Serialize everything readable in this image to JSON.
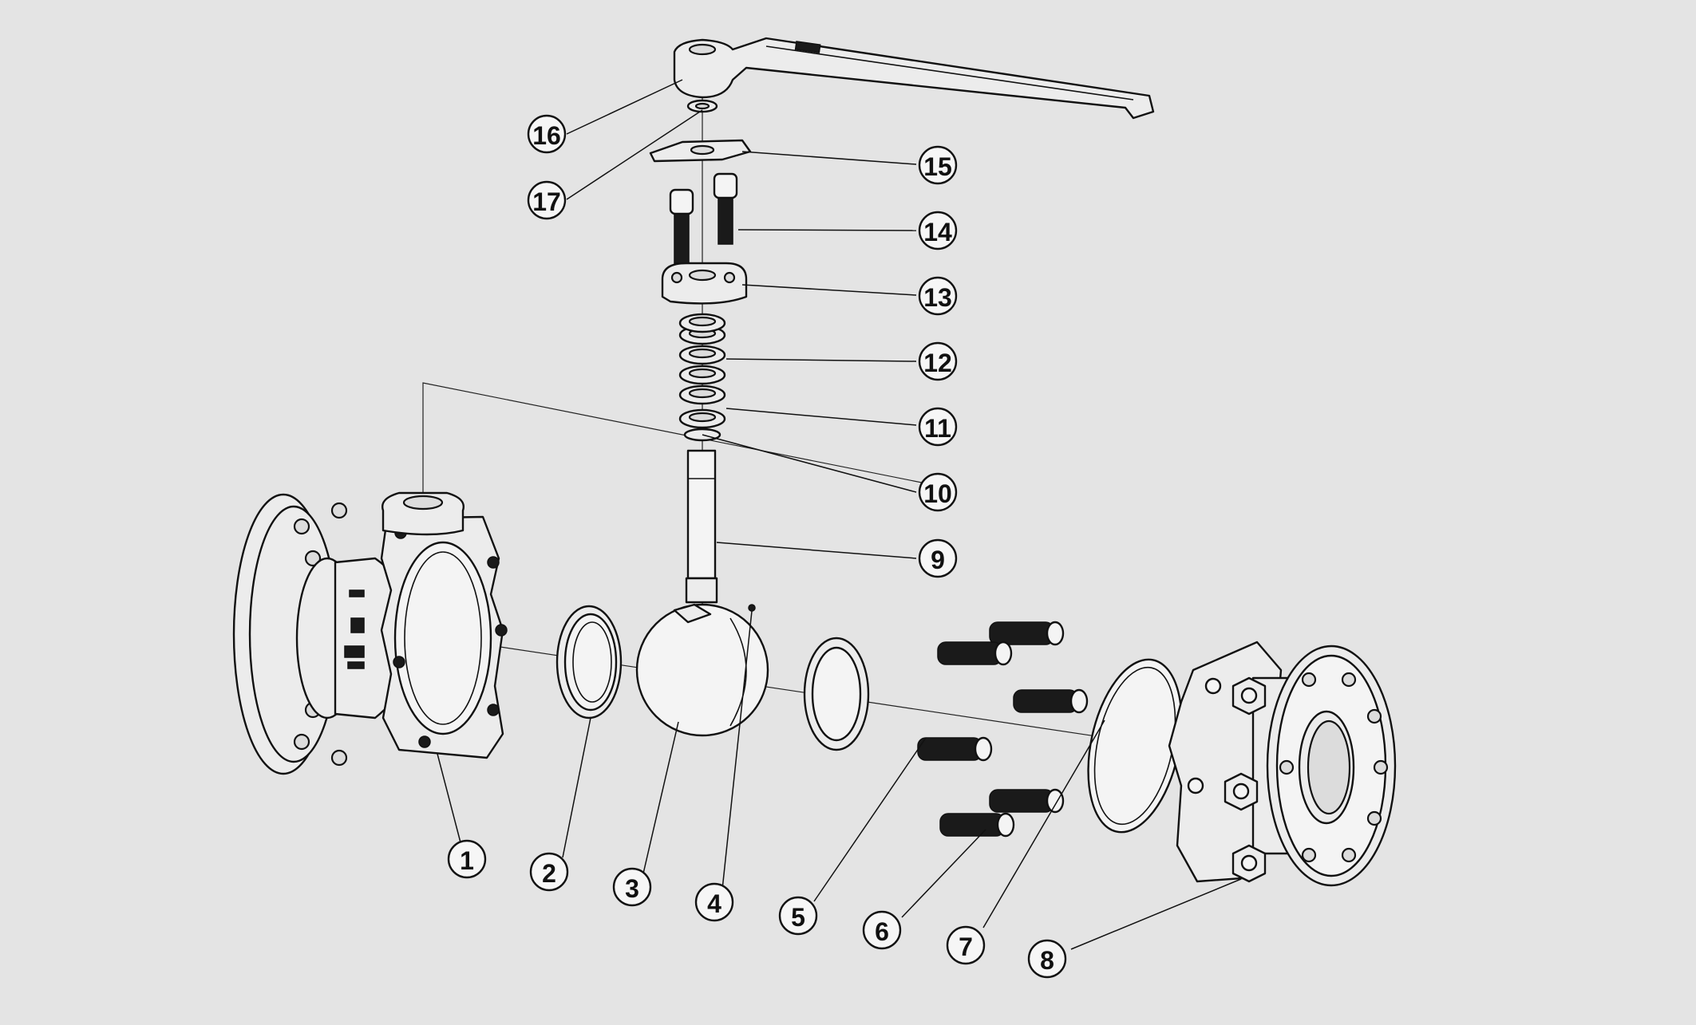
{
  "diagram": {
    "callouts": [
      {
        "label": "1"
      },
      {
        "label": "2"
      },
      {
        "label": "3"
      },
      {
        "label": "4"
      },
      {
        "label": "5"
      },
      {
        "label": "6"
      },
      {
        "label": "7"
      },
      {
        "label": "8"
      },
      {
        "label": "9"
      },
      {
        "label": "10"
      },
      {
        "label": "11"
      },
      {
        "label": "12"
      },
      {
        "label": "13"
      },
      {
        "label": "14"
      },
      {
        "label": "15"
      },
      {
        "label": "16"
      },
      {
        "label": "17"
      }
    ],
    "colors": {
      "background": "#e4e4e4",
      "line": "#111111",
      "fill": "#ececec"
    }
  }
}
